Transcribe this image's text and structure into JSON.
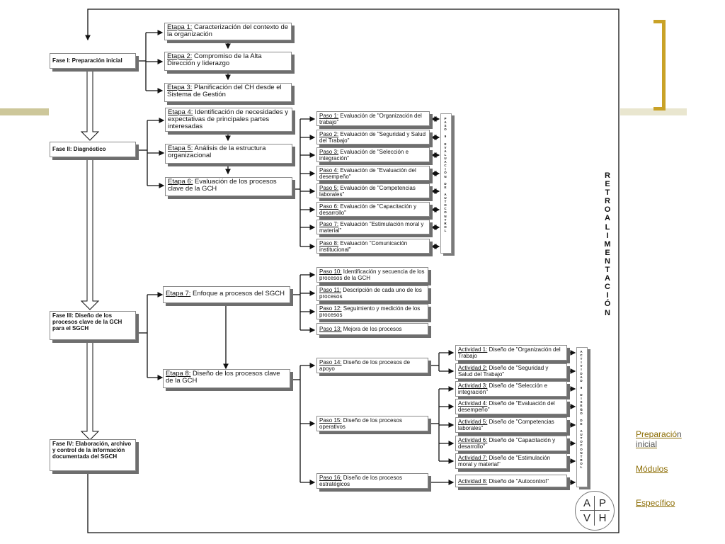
{
  "phases": [
    "Fase I: Preparación inicial",
    "Fase II: Diagnóstico",
    "Fase III: Diseño de los procesos clave de la GCH para el SGCH",
    "Fase IV: Elaboración, archivo y control de la información documentada del SGCH"
  ],
  "stages": [
    {
      "tag": "Etapa 1:",
      "text": " Caracterización del contexto de la organización"
    },
    {
      "tag": "Etapa 2:",
      "text": " Compromiso de la Alta Dirección y liderazgo"
    },
    {
      "tag": "Etapa 3:",
      "text": " Planificación del CH desde el Sistema de Gestión"
    },
    {
      "tag": "Etapa 4:",
      "text": " Identificación de necesidades y expectativas de principales partes interesadas"
    },
    {
      "tag": "Etapa 5:",
      "text": " Análisis de la estructura organizacional"
    },
    {
      "tag": "Etapa 6:",
      "text": " Evaluación de los procesos clave de la GCH"
    },
    {
      "tag": "Etapa 7:",
      "text": " Enfoque a procesos del SGCH"
    },
    {
      "tag": "Etapa 8:",
      "text": " Diseño de los procesos clave de la GCH"
    }
  ],
  "pasos_eval": [
    {
      "tag": "Paso 1:",
      "text": " Evaluación de \"Organización del trabajo\""
    },
    {
      "tag": "Paso 2:",
      "text": " Evaluación de \"Seguridad y Salud del Trabajo\""
    },
    {
      "tag": "Paso 3:",
      "text": " Evaluación de \"Selección e integración\""
    },
    {
      "tag": "Paso 4:",
      "text": " Evaluación de \"Evaluación del desempeño\""
    },
    {
      "tag": "Paso 5:",
      "text": " Evaluación de \"Competencias laborales\""
    },
    {
      "tag": "Paso 6:",
      "text": " Evaluación de \"Capacitación y desarrollo\""
    },
    {
      "tag": "Paso 7:",
      "text": " Evaluación \"Estimulación moral y material\""
    },
    {
      "tag": "Paso 8:",
      "text": " Evaluación \"Comunicación institucional\""
    }
  ],
  "pasos_proc": [
    {
      "tag": "Paso 10:",
      "text": " Identificación y secuencia de los procesos de la GCH"
    },
    {
      "tag": "Paso 11:",
      "text": " Descripción de cada uno de los procesos"
    },
    {
      "tag": "Paso 12:",
      "text": " Seguimiento y medición de los procesos"
    },
    {
      "tag": "Paso 13:",
      "text": " Mejora de los procesos"
    }
  ],
  "pasos_design": [
    {
      "tag": "Paso 14:",
      "text": " Diseño de los procesos de apoyo"
    },
    {
      "tag": "Paso 15:",
      "text": " Diseño de los procesos operativos"
    },
    {
      "tag": "Paso 16:",
      "text": " Diseño de los procesos estratégicos"
    }
  ],
  "activities": [
    {
      "tag": "Actividad 1:",
      "text": " Diseño de \"Organización del Trabajo"
    },
    {
      "tag": "Actividad 2:",
      "text": " Diseño de \"Seguridad y Salud del Trabajo\""
    },
    {
      "tag": "Actividad 3:",
      "text": " Diseño de \"Selección e integración\""
    },
    {
      "tag": "Actividad 4:",
      "text": " Diseño de \"Evaluación del desempeño\""
    },
    {
      "tag": "Actividad 5:",
      "text": " Diseño de \"Competencias laborales\""
    },
    {
      "tag": "Actividad 6:",
      "text": " Diseño de \"Capacitación y desarrollo\""
    },
    {
      "tag": "Actividad 7:",
      "text": " Diseño de \"Estimulación moral y material\""
    },
    {
      "tag": "Actividad 8:",
      "text": " Diseño de \"Autocontrol\""
    }
  ],
  "vertical_labels": {
    "paso9": "PASO 9 EVALUACIÓN DE AUTOCONTROL",
    "actividad9": "ACTIVIDAD 9 DISEÑO DE AUTOCONTROL",
    "retro": "RETROALIMENTACIÓN"
  },
  "logo_letters": [
    "A",
    "P",
    "V",
    "H"
  ],
  "links": {
    "preparacion_a": "Preparació",
    "preparacion_b": "n",
    "preparacion_c": "inicial",
    "modulos": "Módulos",
    "especifico": "Específico"
  },
  "colors": {
    "accent_gold": "#c9a227",
    "bar_khaki": "#cdc79a",
    "line": "#111111"
  }
}
